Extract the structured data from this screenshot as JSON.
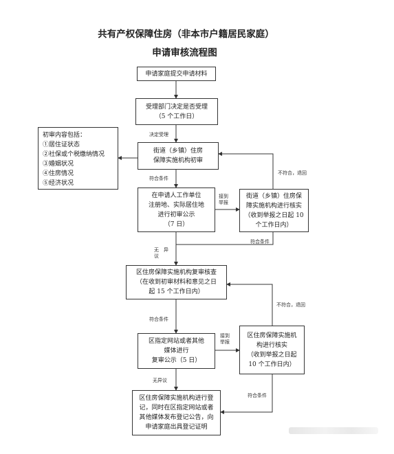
{
  "title_line1": "共有产权保障住房（非本市户籍居民家庭）",
  "title_line2": "申请审核流程图",
  "boxes": {
    "submit": "申请家庭提交申请材料",
    "accept": "受理部门决定是否受理\n（5 个工作日）",
    "initial_review": "街道（乡镇）住房\n保障实施机构初审",
    "content": "初审内容包括：\n①居住证状态\n②社保或个税缴纳情况\n③婚姻状况\n④住房情况\n⑤经济状况",
    "public_notice": "在申请人工作单位\n注册地、实际居住地\n进行初审公示\n（7 日）",
    "verify1": "街道（乡镇）住房保\n障实施机构进行核实\n（收到举报之日起 10\n个工作日内）",
    "re_review": "区住房保障实施机构复审核查\n（在收到初审材料和意见之日\n起 15 个工作日内）",
    "re_notice": "区指定网站或者其他\n媒体进行\n复审公示（5 日）",
    "verify2": "区住房保障实施机\n构进行核实\n（收到举报之日起\n10 个工作日内）",
    "register": "区住房保障实施机构进行登\n记，同时在区指定网站或者\n其他媒体发布登记公告，向\n申请家庭出具登记证明"
  },
  "labels": {
    "accepted": "决定受理",
    "qualified1": "符合条件",
    "report1": "接到\n举报",
    "not_qualified1": "不符合，退回",
    "no_objection1": "无　异\n议",
    "qualified2": "符合条件",
    "qualified3": "符合条件",
    "report2": "接到\n举报",
    "not_qualified2": "不符合，退回",
    "no_objection2": "无异议",
    "qualified4": "符合条件"
  }
}
